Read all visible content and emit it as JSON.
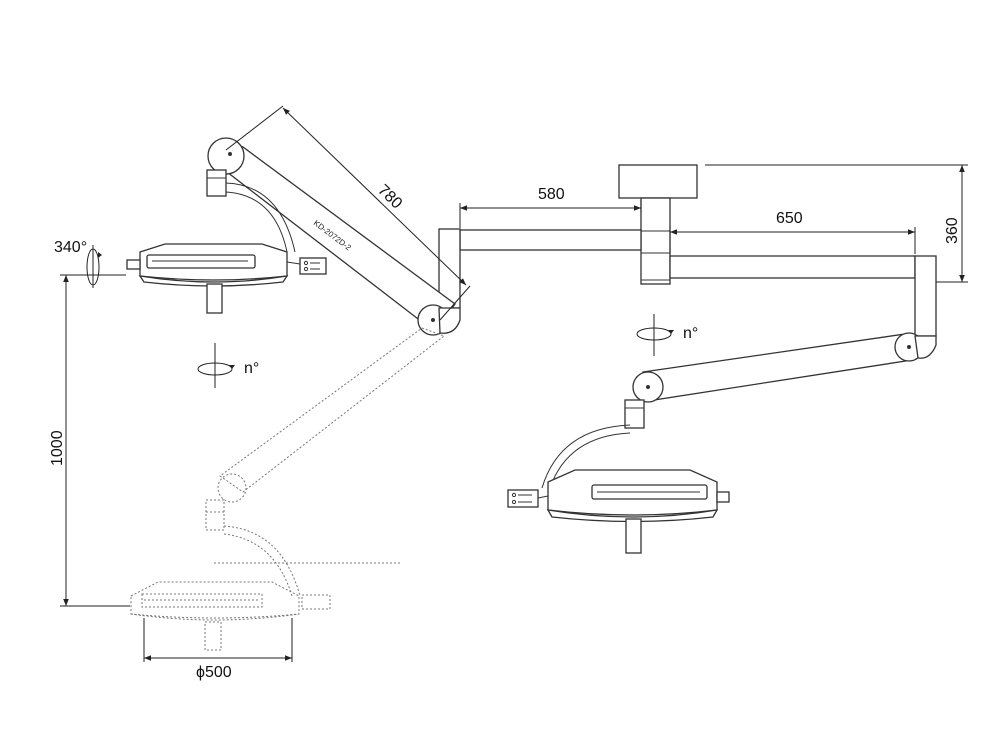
{
  "dimensions": {
    "arm_length": "780",
    "ceiling_extension": "580",
    "second_arm": "650",
    "ceiling_height": "360",
    "vertical_travel": "1000",
    "lamp_diameter": "ϕ500"
  },
  "rotations": {
    "lamp_rotation": "340°",
    "arm_rotation_left": "n°",
    "arm_rotation_right": "n°"
  },
  "model_label": "KD-2072D-2",
  "colors": {
    "line": "#333333",
    "ghost_line": "#777777",
    "background": "#ffffff"
  }
}
